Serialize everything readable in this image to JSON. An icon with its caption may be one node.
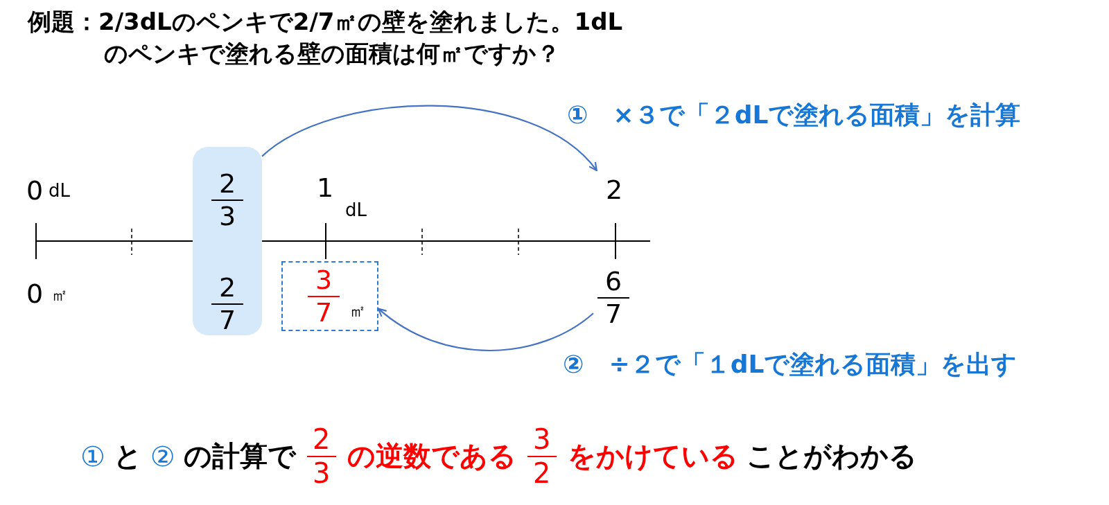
{
  "diagram": {
    "title": "例題：2/3dLのペンキで2/7㎡の壁を塗れました。1dLのペンキで塗れる壁の面積は何㎡ですか？",
    "nodes": [
      {
        "text": [],
        "shape": "box"
      },
      {
        "text": [
          "2",
          "3"
        ],
        "in": 0
      },
      {
        "text": [
          "2",
          "7"
        ],
        "in": 0
      },
      {
        "text": [
          "2"
        ]
      },
      {
        "text": [
          "6",
          "7"
        ]
      },
      {
        "text": [
          "3",
          "7",
          "㎡"
        ]
      }
    ],
    "edges": [
      {
        "from": 0,
        "to": 3,
        "arrow": "to",
        "label": "①　×３で「２dLで塗れる面積」を計算"
      },
      {
        "from": 4,
        "to": 5,
        "arrow": "to",
        "label": "②　÷２で「１dLで塗れる面積」を出す"
      }
    ],
    "labels": [
      "0",
      "dL",
      "1",
      "dL",
      "0",
      "㎡",
      "①",
      "と",
      "②",
      "の計算で",
      "2",
      "3",
      "の逆数である",
      "3",
      "2",
      "をかけている",
      "ことがわかる"
    ]
  }
}
